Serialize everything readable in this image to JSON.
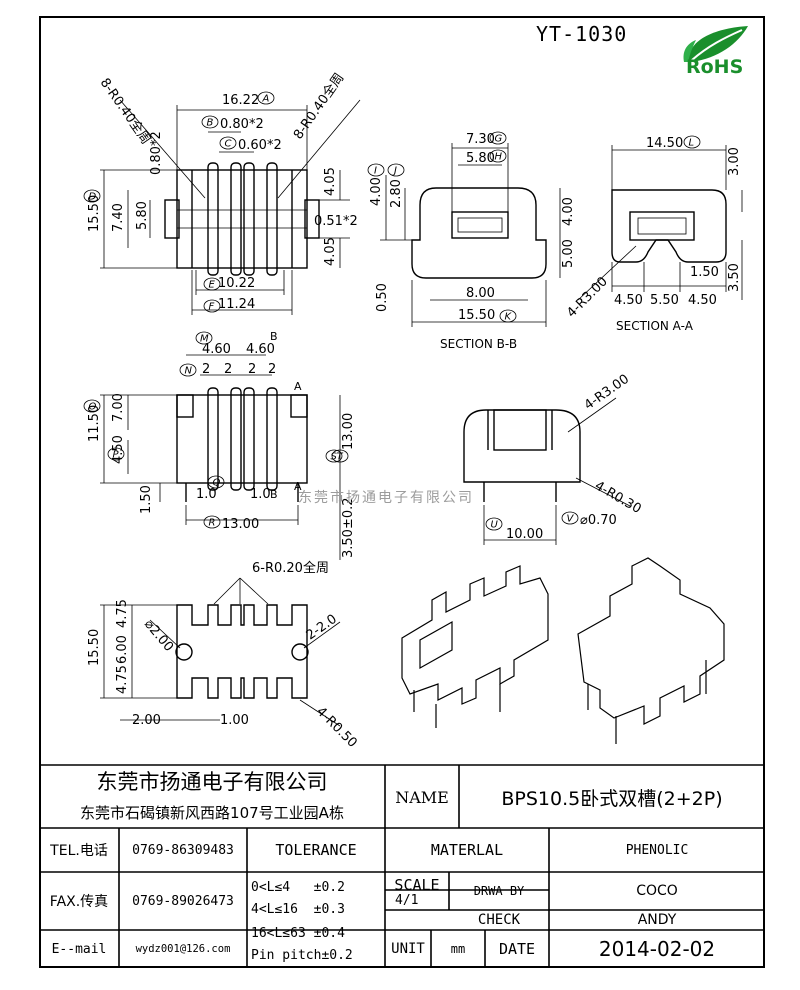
{
  "header": {
    "model": "YT-1030",
    "rohs_label": "RoHS",
    "colors": {
      "rohs_green": "#1a8f2c"
    }
  },
  "watermark": "东莞市扬通电子有限公司",
  "dimensions": {
    "top_view": [
      "16.22",
      "0.80*2",
      "0.60*2",
      "8-R0.40全周",
      "8-R0.40全周",
      "0.80*2",
      "15.50",
      "7.40",
      "5.80",
      "4.05",
      "0.51*2",
      "4.05",
      "10.22",
      "11.24"
    ],
    "section_bb": [
      "7.30",
      "5.80",
      "4.00",
      "2.80",
      "4.00",
      "5.00",
      "0.50",
      "8.00",
      "15.50"
    ],
    "section_aa": [
      "14.50",
      "3.00",
      "4-R3.00",
      "1.50",
      "3.50",
      "4.50",
      "5.50",
      "4.50"
    ],
    "front_view": [
      "4.60",
      "4.60",
      "2",
      "2",
      "2",
      "2",
      "11.50",
      "7.00",
      "4.50",
      "13.00",
      "1.50",
      "1.0",
      "1.0",
      "13.00",
      "3.50±0.2"
    ],
    "side_view": [
      "4-R3.00",
      "4-R0.30",
      "10.00",
      "⌀0.70"
    ],
    "bottom_view": [
      "6-R0.20全周",
      "15.50",
      "4.75",
      "6.00",
      "4.75",
      "⌀2.00",
      "2-2.0",
      "2.00",
      "1.00",
      "4-R0.50"
    ],
    "balloons": [
      "A",
      "B",
      "C",
      "D",
      "E",
      "F",
      "G",
      "H",
      "I",
      "J",
      "K",
      "L",
      "M",
      "N",
      "O",
      "P",
      "Q",
      "R",
      "S",
      "T",
      "U",
      "V"
    ],
    "section_marks": [
      "B",
      "B",
      "A",
      "A"
    ],
    "captions": {
      "section_bb": "SECTION B-B",
      "section_aa": "SECTION A-A"
    }
  },
  "title_block": {
    "company": "东莞市扬通电子有限公司",
    "address": "东莞市石碣镇新风西路107号工业园A栋",
    "name_label": "NAME",
    "name_value": "BPS10.5卧式双槽(2+2P)",
    "tel_label": "TEL.电话",
    "tel_value": "0769-86309483",
    "fax_label": "FAX.传真",
    "fax_value": "0769-89026473",
    "email_label": "E--mail",
    "email_value": "wydz001@126.com",
    "tolerance_label": "TOLERANCE",
    "tolerances": [
      "0<L≤4   ±0.2",
      "4<L≤16  ±0.3",
      "16<L≤63 ±0.4",
      "Pin pitch±0.2"
    ],
    "material_label": "MATERLAL",
    "material_value": "PHENOLIC",
    "scale_label": "SCALE",
    "scale_value": "4/1",
    "drwa_label": "DRWA BY",
    "drwa_value": "COCO",
    "check_label": "CHECK",
    "check_value": "ANDY",
    "unit_label": "UNIT",
    "unit_value": "mm",
    "date_label": "DATE",
    "date_value": "2014-02-02"
  }
}
